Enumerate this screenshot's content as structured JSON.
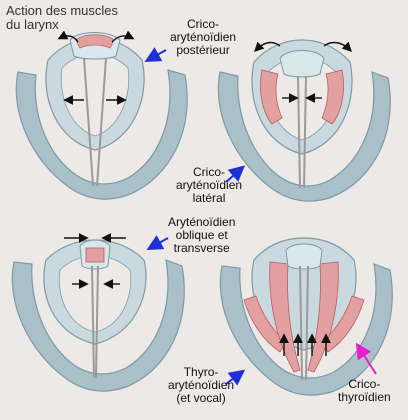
{
  "title": [
    "Action des muscles",
    "du larynx"
  ],
  "labels": {
    "crico_posterieur": [
      "Crico-",
      "aryténoïdien",
      "postérieur"
    ],
    "crico_lateral": [
      "Crico-",
      "aryténoïdien",
      "latéral"
    ],
    "aryteno_oblique": [
      "Aryténoïdien",
      "oblique et",
      "transverse"
    ],
    "thyro_aryteno": [
      "Thyro-",
      "aryténoïdien",
      "(et vocal)"
    ],
    "crico_thyro": [
      "Crico-",
      "thyroïdien"
    ]
  },
  "colors": {
    "background": "#ece9e6",
    "cartilage": "#a9c0c9",
    "cartilage_dark": "#7f99a4",
    "cartilage_light": "#d9e6ea",
    "muscle": "#e3a0a0",
    "muscle_dark": "#b85e5e",
    "pointer_blue": "#1f2fd6",
    "pointer_magenta": "#e61fcf",
    "action_arrow": "#111111"
  }
}
